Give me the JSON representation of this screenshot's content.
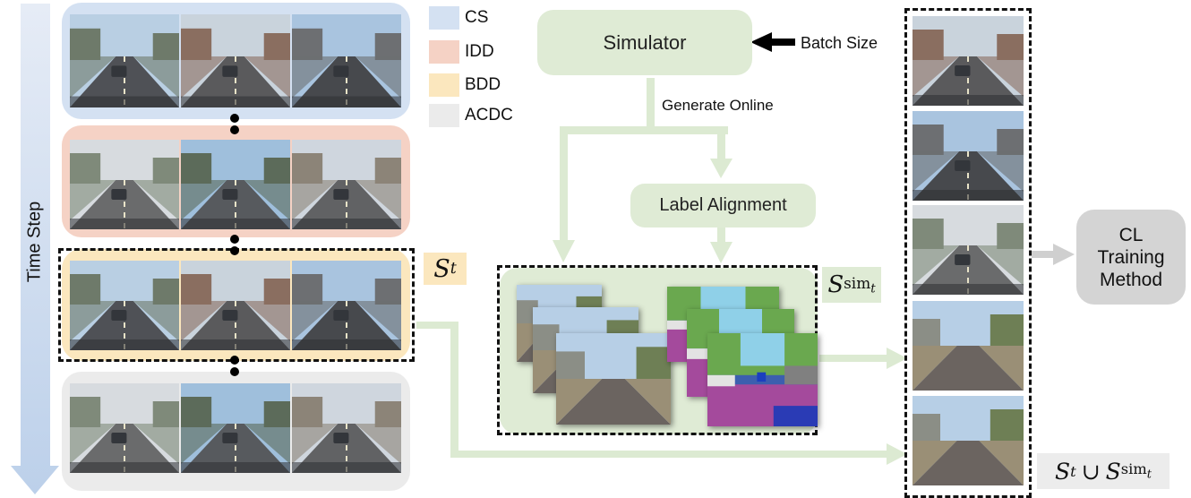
{
  "time_axis": {
    "label": "Time Step"
  },
  "legend": [
    {
      "label": "CS",
      "color": "#d4e1f2"
    },
    {
      "label": "IDD",
      "color": "#f5d2c5"
    },
    {
      "label": "BDD",
      "color": "#fbe7be"
    },
    {
      "label": "ACDC",
      "color": "#ebebeb"
    }
  ],
  "domains": [
    {
      "id": "cs",
      "color": "#d4e1f2"
    },
    {
      "id": "idd",
      "color": "#f5d2c5"
    },
    {
      "id": "bdd",
      "color": "#fbe7be"
    },
    {
      "id": "acdc",
      "color": "#ebebeb"
    }
  ],
  "labels": {
    "current_set": "S",
    "current_set_sub": "t",
    "sim_set": "S",
    "sim_set_sub": "sim",
    "sim_set_subsub": "t",
    "union_lhs": "S",
    "union_lhs_sub": "t",
    "union_op": "∪",
    "union_rhs": "S",
    "union_rhs_sub": "sim",
    "union_rhs_subsub": "t"
  },
  "pipeline": {
    "simulator": "Simulator",
    "batch_size": "Batch Size",
    "generate_online": "Generate Online",
    "label_alignment": "Label Alignment",
    "cl_method_line1": "CL",
    "cl_method_line2": "Training",
    "cl_method_line3": "Method"
  },
  "colors": {
    "arrow_green": "#dcead2",
    "box_green": "#dfebd5",
    "cl_box": "#d4d4d4",
    "sky": "#b9cfe3",
    "road": "#4f5156"
  }
}
